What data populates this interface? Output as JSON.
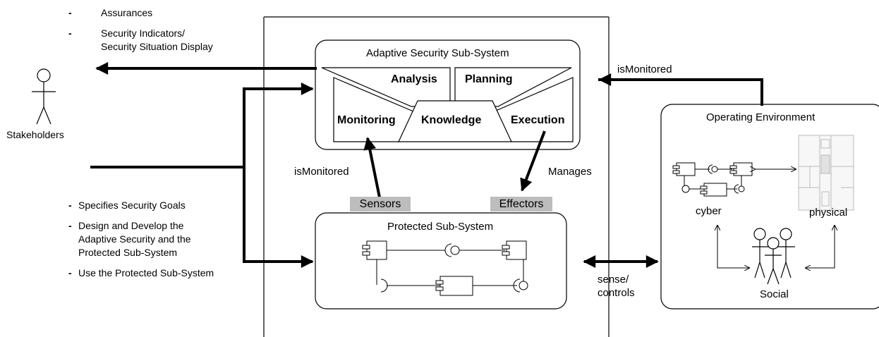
{
  "stakeholder_outputs": [
    "Assurances",
    "Security Indicators/",
    "Security Situation Display"
  ],
  "stakeholder_label": "Stakeholders",
  "stakeholder_inputs": [
    "Specifies Security Goals",
    "Design and Develop the",
    "Adaptive Security and the",
    "Protected Sub-System",
    "Use the Protected Sub-System"
  ],
  "bullet": "-",
  "adaptive": {
    "title": "Adaptive Security Sub-System",
    "analysis": "Analysis",
    "planning": "Planning",
    "monitoring": "Monitoring",
    "knowledge": "Knowledge",
    "execution": "Execution"
  },
  "protected": {
    "title": "Protected Sub-System"
  },
  "sensors": "Sensors",
  "effectors": "Effectors",
  "is_monitored_left": "isMonitored",
  "manages": "Manages",
  "is_monitored_right": "isMonitored",
  "sense_controls": [
    "sense/",
    "controls"
  ],
  "environment": {
    "title": "Operating Environment",
    "cyber": "cyber",
    "physical": "physical",
    "social": "Social"
  }
}
